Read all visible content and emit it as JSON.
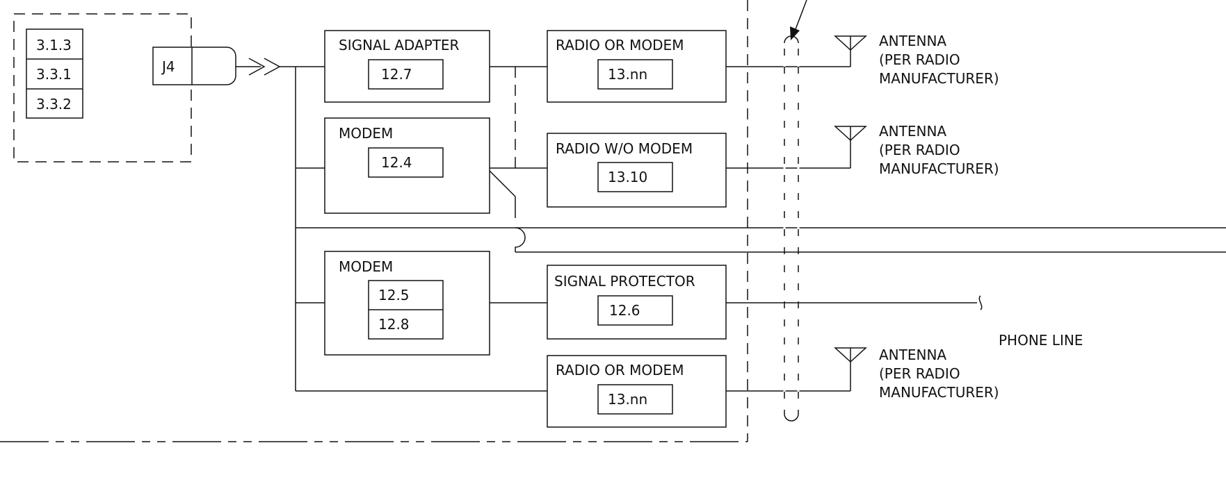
{
  "controller": {
    "refs": [
      "3.1.3",
      "3.3.1",
      "3.3.2"
    ],
    "connector": "J4"
  },
  "blocks": {
    "signal_adapter": {
      "label": "SIGNAL ADAPTER",
      "ref": "12.7"
    },
    "radio_or_modem_top": {
      "label": "RADIO OR MODEM",
      "ref": "13.nn"
    },
    "modem_a": {
      "label": "MODEM",
      "ref": "12.4"
    },
    "radio_wo_modem": {
      "label": "RADIO W/O MODEM",
      "ref": "13.10"
    },
    "modem_b": {
      "label": "MODEM",
      "refs": [
        "12.5",
        "12.8"
      ]
    },
    "signal_protector": {
      "label": "SIGNAL PROTECTOR",
      "ref": "12.6"
    },
    "radio_or_modem_bottom": {
      "label": "RADIO OR MODEM",
      "ref": "13.nn"
    }
  },
  "antennas": [
    {
      "lines": [
        "ANTENNA",
        "(PER RADIO",
        "MANUFACTURER)"
      ]
    },
    {
      "lines": [
        "ANTENNA",
        "(PER RADIO",
        "MANUFACTURER)"
      ]
    },
    {
      "lines": [
        "ANTENNA",
        "(PER RADIO",
        "MANUFACTURER)"
      ]
    }
  ],
  "phone_line": {
    "label": "PHONE LINE"
  }
}
